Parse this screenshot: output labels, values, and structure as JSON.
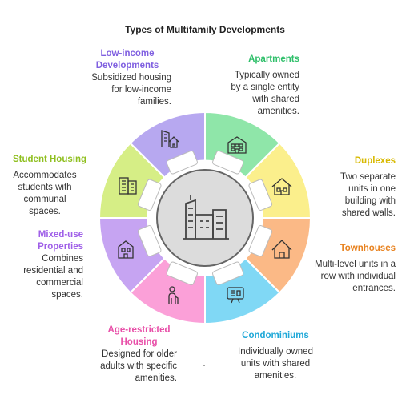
{
  "title": "Types of Multifamily Developments",
  "segments": [
    {
      "id": "apartments",
      "heading": "Apartments",
      "description": "Typically owned by a single entity with shared amenities.",
      "color": "#8fe6a9",
      "heading_color": "#2fbf6a",
      "icon": "apartment-building-icon"
    },
    {
      "id": "duplexes",
      "heading": "Duplexes",
      "description": "Two separate units in one building with shared walls.",
      "color": "#fbef8c",
      "heading_color": "#d8b900",
      "icon": "duplex-house-icon"
    },
    {
      "id": "townhouses",
      "heading": "Townhouses",
      "description": "Multi-level units in a row with individual entrances.",
      "color": "#fbb986",
      "heading_color": "#e8821f",
      "icon": "townhouse-icon"
    },
    {
      "id": "condominiums",
      "heading": "Condominiums",
      "description": "Individually owned units with shared amenities.",
      "color": "#80d8f5",
      "heading_color": "#1fa8d8",
      "icon": "condominium-sign-icon"
    },
    {
      "id": "age-restricted",
      "heading": "Age-restricted Housing",
      "description": "Designed for older adults with specific amenities.",
      "color": "#fba0d8",
      "heading_color": "#e84fa8",
      "icon": "elderly-person-icon"
    },
    {
      "id": "mixed-use",
      "heading": "Mixed-use Properties",
      "description": "Combines residential and commercial spaces.",
      "color": "#c6a4f2",
      "heading_color": "#9f5fe8",
      "icon": "mixed-use-building-icon"
    },
    {
      "id": "student-housing",
      "heading": "Student Housing",
      "description": "Accommodates students with communal spaces.",
      "color": "#d6ee86",
      "heading_color": "#8fbf1f",
      "icon": "student-dorm-icon"
    },
    {
      "id": "low-income",
      "heading": "Low-income Developments",
      "description": "Subsidized housing for low-income families.",
      "color": "#b7a8f0",
      "heading_color": "#7f5fe0",
      "icon": "city-house-icon"
    }
  ]
}
